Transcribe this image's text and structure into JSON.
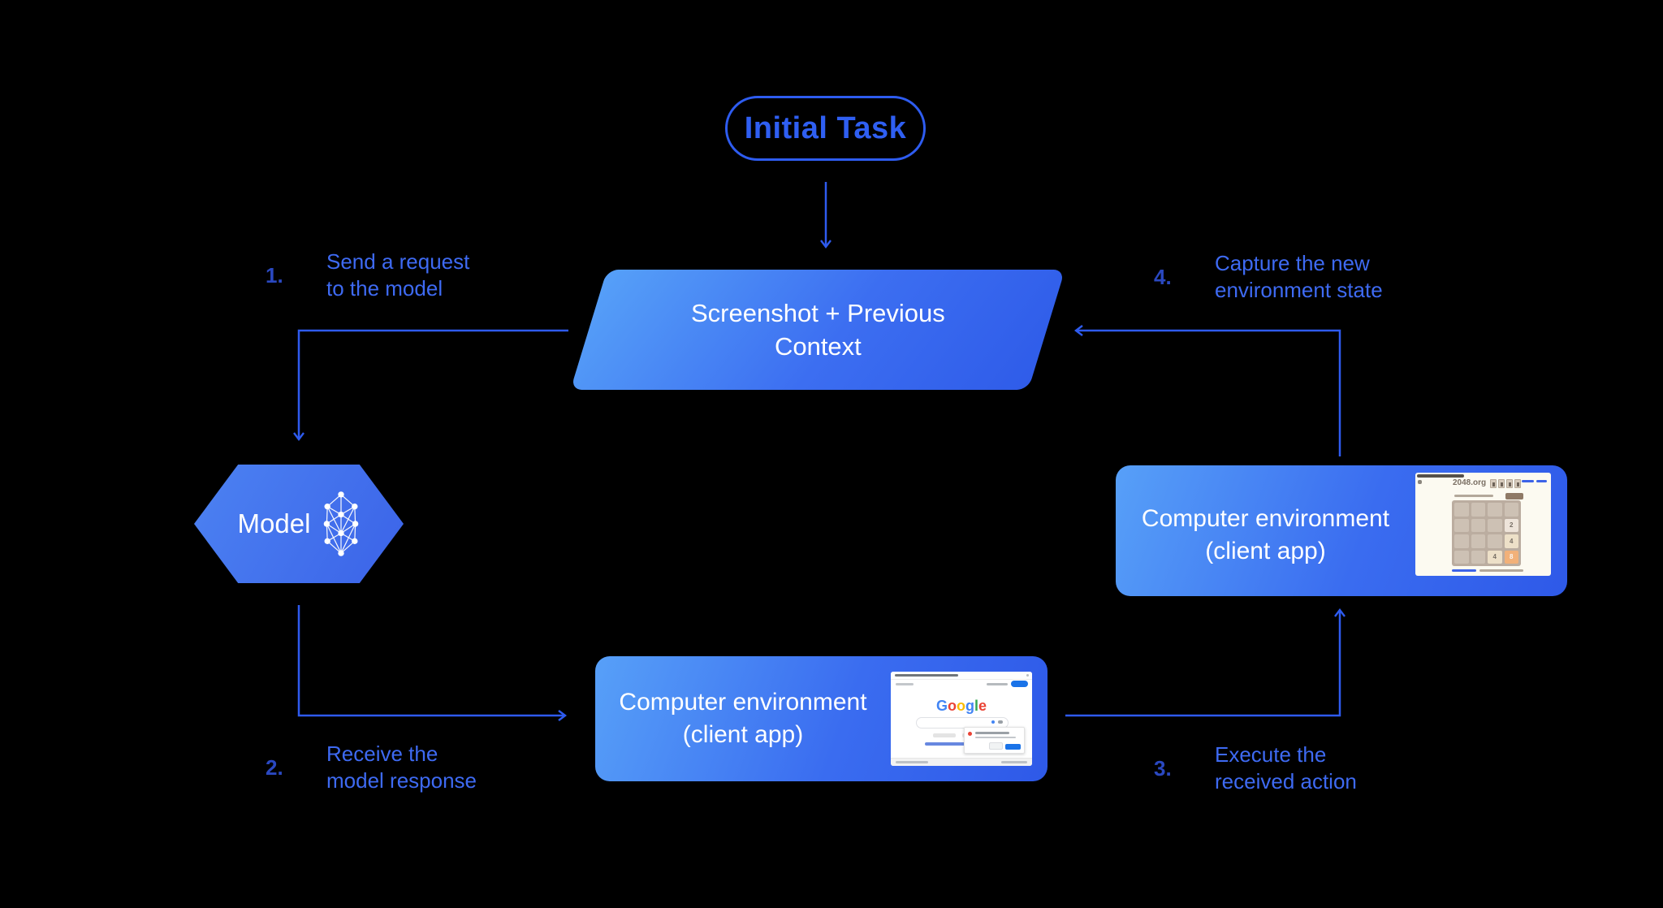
{
  "diagram": {
    "initial_task": "Initial Task",
    "screenshot_box": {
      "line1": "Screenshot + Previous",
      "line2": "Context"
    },
    "model": {
      "label": "Model"
    },
    "env_bottom": {
      "line1": "Computer environment",
      "line2": "(client app)"
    },
    "env_right": {
      "line1": "Computer environment",
      "line2": "(client app)"
    }
  },
  "steps": [
    {
      "num": "1.",
      "line1": "Send a request",
      "line2": "to the model"
    },
    {
      "num": "2.",
      "line1": "Receive the",
      "line2": "model response"
    },
    {
      "num": "3.",
      "line1": "Execute the",
      "line2": "received action"
    },
    {
      "num": "4.",
      "line1": "Capture the new",
      "line2": "environment state"
    }
  ],
  "colors": {
    "background": "#000000",
    "arrow_blue": "#2e5bef",
    "pill_blue": "#2f5ff2",
    "label_blue": "#3e6af2",
    "step_number_blue": "#2a48c0",
    "box_gradient_light": "#57a0f8",
    "box_gradient_dark": "#2e59e8",
    "node_text": "#ffffff"
  },
  "thumbnails": {
    "google_page": {
      "logo_letters": [
        {
          "ch": "G"
        },
        {
          "ch": "o"
        },
        {
          "ch": "o"
        },
        {
          "ch": "g"
        },
        {
          "ch": "l"
        },
        {
          "ch": "e"
        }
      ]
    },
    "game_2048": {
      "site": "2048.org",
      "tiles": [
        {
          "value": "2"
        },
        {
          "value": "4"
        },
        {
          "value": "4"
        },
        {
          "value": "8"
        }
      ]
    }
  }
}
